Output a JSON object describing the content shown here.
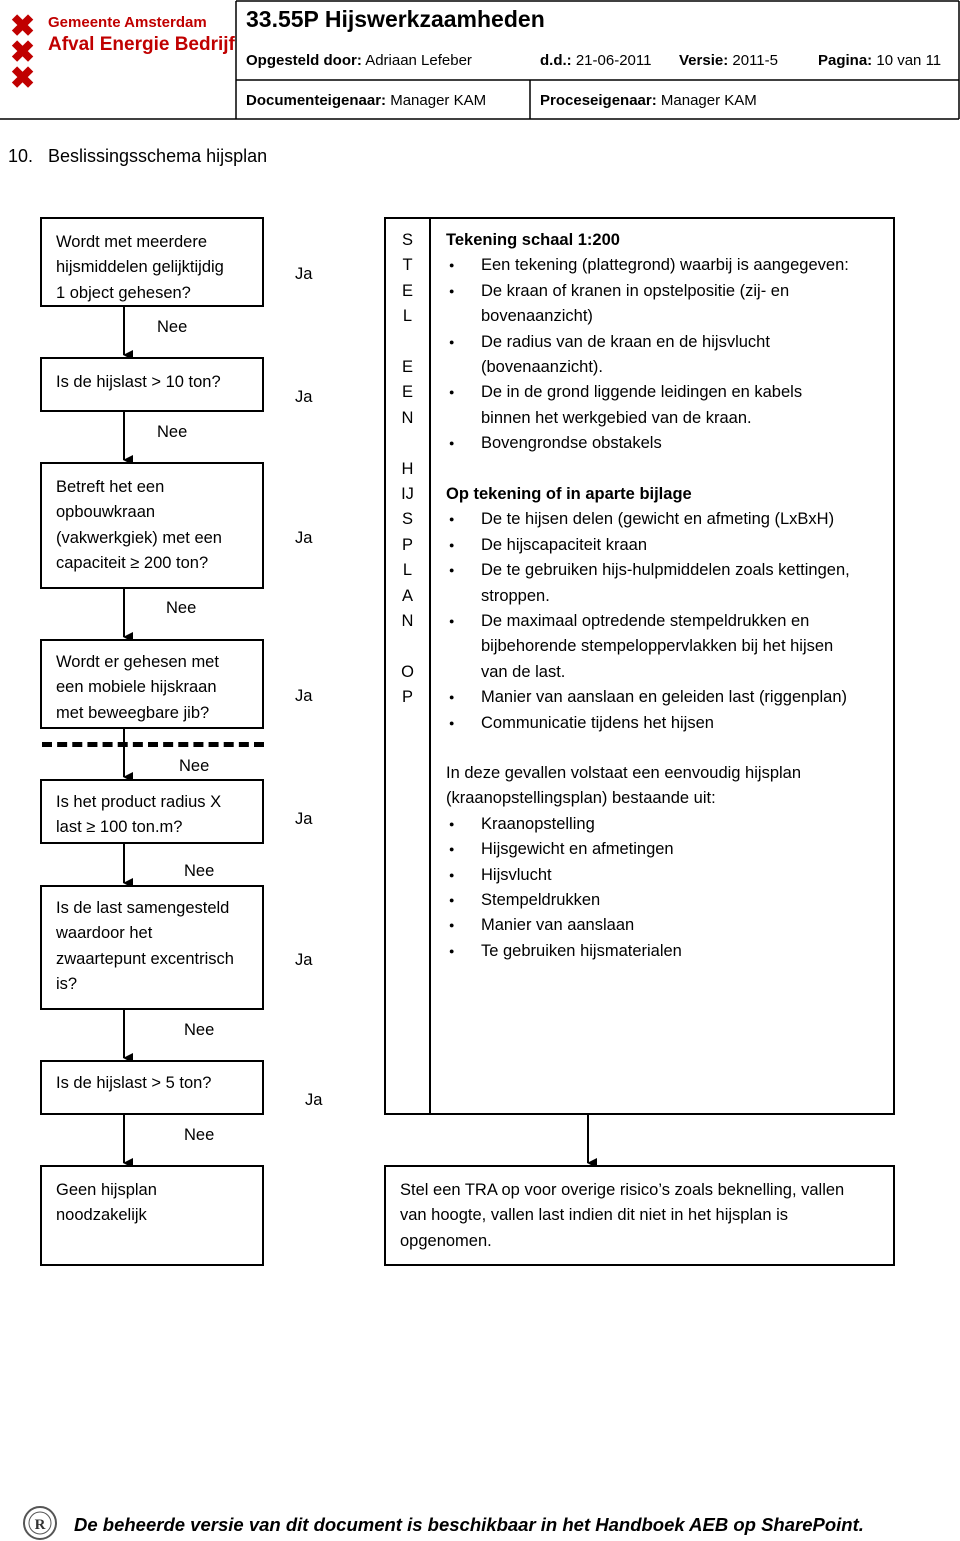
{
  "header": {
    "logo_line1": "Gemeente Amsterdam",
    "logo_line2": "Afval Energie Bedrijf",
    "title": "33.55P Hijswerkzaamheden",
    "opgesteld_label": "Opgesteld door:",
    "opgesteld_value": "Adriaan Lefeber",
    "dd_label": "d.d.:",
    "dd_value": "21-06-2011",
    "versie_label": "Versie:",
    "versie_value": "2011-5",
    "pagina_label": "Pagina:",
    "pagina_value": "10 van 11",
    "doceig_label": "Documenteigenaar:",
    "doceig_value": "Manager KAM",
    "proceig_label": "Proceseigenaar:",
    "proceig_value": "Manager KAM"
  },
  "section_title": "10.   Beslissingsschema hijsplan",
  "questions": {
    "q1": [
      "Wordt met meerdere",
      "hijsmiddelen gelijktijdig",
      "1 object gehesen?"
    ],
    "q2": [
      "Is de hijslast > 10 ton?"
    ],
    "q3": [
      "Betreft het een",
      "opbouwkraan",
      "(vakwerkgiek) met een",
      "capaciteit ≥ 200 ton?"
    ],
    "q4": [
      "Wordt er gehesen met",
      "een mobiele hijskraan",
      "met beweegbare jib?"
    ],
    "q5": [
      "Is het product radius X",
      "last ≥ 100 ton.m?"
    ],
    "q6": [
      "Is de last samengesteld",
      "waardoor het",
      "zwaartepunt excentrisch",
      "is?"
    ],
    "q7": [
      "Is de hijslast > 5 ton?"
    ]
  },
  "labels": {
    "nee": "Nee",
    "ja": "Ja"
  },
  "steel_letters": [
    "S",
    "T",
    "E",
    "L",
    "",
    "E",
    "E",
    "N",
    "",
    "H",
    "IJ",
    "S",
    "P",
    "L",
    "A",
    "N",
    "",
    "O",
    "P"
  ],
  "steel_block": {
    "tekening_title": "Tekening schaal 1:200",
    "tekening_items": [
      [
        "Een tekening (plattegrond) waarbij is aangegeven:"
      ],
      [
        "De kraan of kranen in opstelpositie (zij- en",
        "bovenaanzicht)"
      ],
      [
        "De radius van de kraan en de hijsvlucht",
        "(bovenaanzicht)."
      ],
      [
        "De in de grond liggende leidingen en kabels",
        "binnen het werkgebied van de kraan."
      ],
      [
        "Bovengrondse obstakels"
      ]
    ],
    "bijlage_title": "Op tekening of in aparte bijlage",
    "bijlage_items": [
      [
        "De te hijsen delen (gewicht en afmeting (LxBxH)"
      ],
      [
        "De hijscapaciteit kraan"
      ],
      [
        "De te gebruiken hijs-hulpmiddelen zoals kettingen,",
        "stroppen."
      ],
      [
        "De maximaal optredende stempeldrukken en",
        "bijbehorende stempeloppervlakken bij het hijsen",
        "van de last."
      ],
      [
        "Manier van aanslaan en geleiden last (riggenplan)"
      ],
      [
        "Communicatie tijdens het hijsen"
      ]
    ]
  },
  "simple_block": {
    "intro": [
      "In deze gevallen volstaat een eenvoudig hijsplan",
      "(kraanopstellingsplan) bestaande uit:"
    ],
    "items": [
      "Kraanopstelling",
      "Hijsgewicht en afmetingen",
      "Hijsvlucht",
      "Stempeldrukken",
      "Manier van aanslaan",
      "Te gebruiken hijsmaterialen"
    ]
  },
  "result_no": [
    "Geen hijsplan",
    "noodzakelijk"
  ],
  "result_tra": [
    "Stel een TRA op voor overige risico’s zoals beknelling, vallen",
    "van hoogte, vallen last indien dit niet in het hijsplan is",
    "opgenomen."
  ],
  "footer": "De beheerde versie van dit document is beschikbaar in het Handboek AEB op SharePoint."
}
